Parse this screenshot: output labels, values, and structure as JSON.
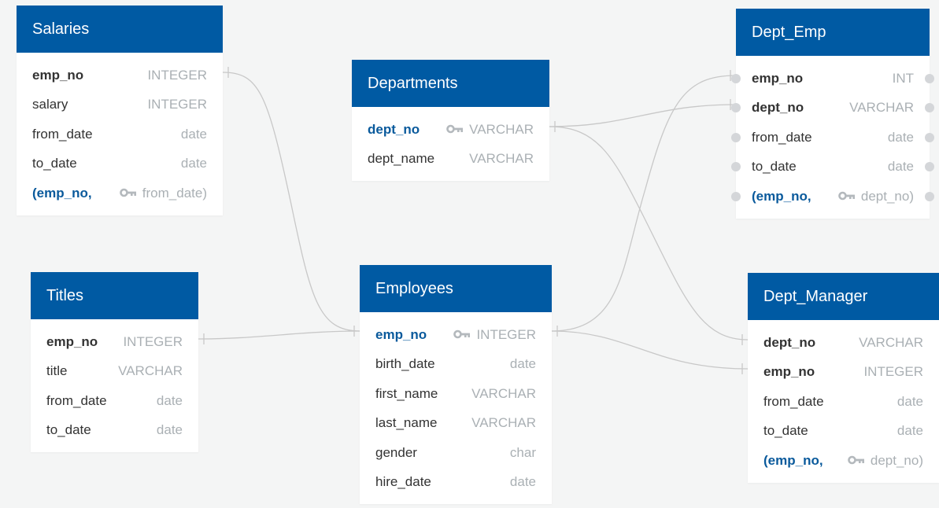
{
  "tables": {
    "salaries": {
      "title": "Salaries",
      "columns": [
        {
          "name": "emp_no",
          "type": "INTEGER"
        },
        {
          "name": "salary",
          "type": "INTEGER"
        },
        {
          "name": "from_date",
          "type": "date"
        },
        {
          "name": "to_date",
          "type": "date"
        },
        {
          "name": "(emp_no,",
          "type": "from_date)"
        }
      ]
    },
    "departments": {
      "title": "Departments",
      "columns": [
        {
          "name": "dept_no",
          "type": "VARCHAR"
        },
        {
          "name": "dept_name",
          "type": "VARCHAR"
        }
      ]
    },
    "dept_emp": {
      "title": "Dept_Emp",
      "columns": [
        {
          "name": "emp_no",
          "type": "INT"
        },
        {
          "name": "dept_no",
          "type": "VARCHAR"
        },
        {
          "name": "from_date",
          "type": "date"
        },
        {
          "name": "to_date",
          "type": "date"
        },
        {
          "name": "(emp_no,",
          "type": "dept_no)"
        }
      ]
    },
    "titles": {
      "title": "Titles",
      "columns": [
        {
          "name": "emp_no",
          "type": "INTEGER"
        },
        {
          "name": "title",
          "type": "VARCHAR"
        },
        {
          "name": "from_date",
          "type": "date"
        },
        {
          "name": "to_date",
          "type": "date"
        }
      ]
    },
    "employees": {
      "title": "Employees",
      "columns": [
        {
          "name": "emp_no",
          "type": "INTEGER"
        },
        {
          "name": "birth_date",
          "type": "date"
        },
        {
          "name": "first_name",
          "type": "VARCHAR"
        },
        {
          "name": "last_name",
          "type": "VARCHAR"
        },
        {
          "name": "gender",
          "type": "char"
        },
        {
          "name": "hire_date",
          "type": "date"
        }
      ]
    },
    "dept_manager": {
      "title": "Dept_Manager",
      "columns": [
        {
          "name": "dept_no",
          "type": "VARCHAR"
        },
        {
          "name": "emp_no",
          "type": "INTEGER"
        },
        {
          "name": "from_date",
          "type": "date"
        },
        {
          "name": "to_date",
          "type": "date"
        },
        {
          "name": "(emp_no,",
          "type": "dept_no)"
        }
      ]
    }
  },
  "colors": {
    "header": "#005aa3",
    "background": "#f4f5f5",
    "key_column": "#0a5a9c",
    "type_text": "#aab0b4",
    "connector": "#c8c8c8"
  }
}
